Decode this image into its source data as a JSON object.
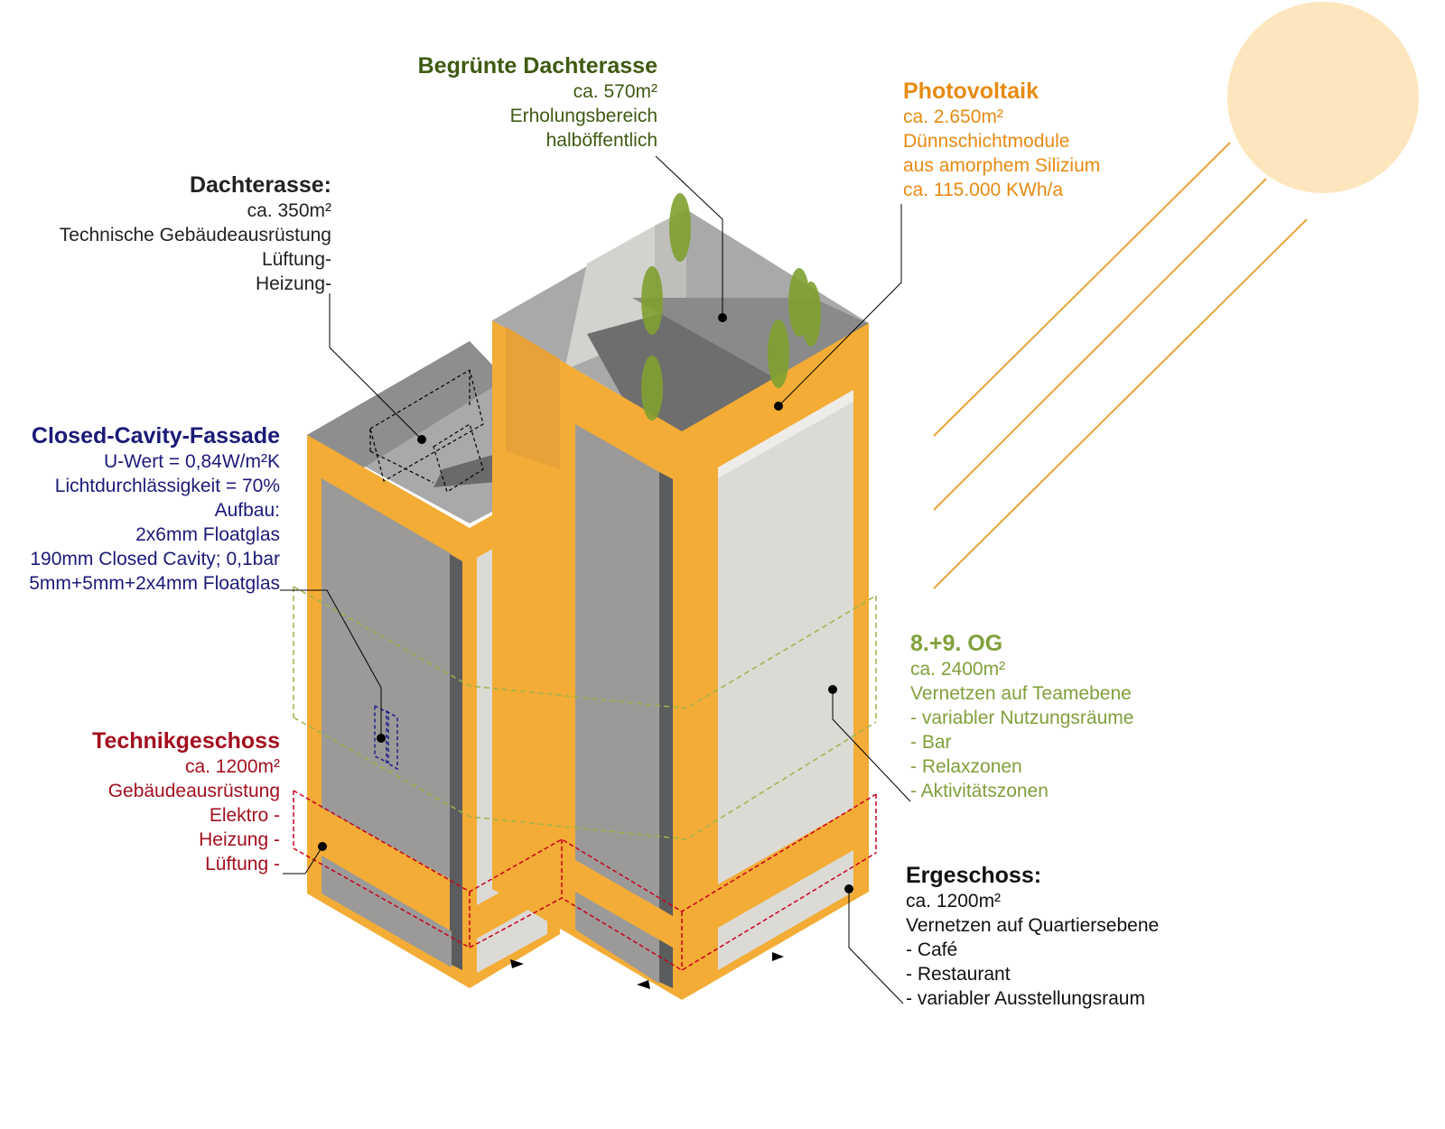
{
  "colors": {
    "frame": "#F3AC35",
    "facade": "#DCDAD5",
    "wall_grey": "#9B9A98",
    "dark_grey": "#5B5C5E",
    "roof": "#A9A9A9",
    "tree": "#7FA030",
    "sun": "#FDE6BE",
    "rays": "#E8A43A",
    "leader": "#000000",
    "green_dash": "#9BB54A",
    "red_dash": "#C8001E",
    "blue_dash": "#1E1E8C"
  },
  "labels": {
    "green_roof": {
      "title": "Begrünte Dachterasse",
      "lines": [
        "ca. 570m²",
        "Erholungsbereich",
        "halböffentlich"
      ],
      "color": "#3E5A12"
    },
    "photovoltaik": {
      "title": "Photovoltaik",
      "lines": [
        "ca. 2.650m²",
        "Dünnschichtmodule",
        "aus amorphem Silizium",
        "ca. 115.000 KWh/a"
      ],
      "color": "#E88A12"
    },
    "dachterasse": {
      "title": "Dachterasse:",
      "lines": [
        "ca. 350m²",
        "Technische Gebäudeausrüstung",
        "Lüftung-",
        "Heizung-"
      ],
      "color": "#222222"
    },
    "ccf": {
      "title": "Closed-Cavity-Fassade",
      "lines": [
        "U-Wert = 0,84W/m²K",
        "Lichtdurchlässigkeit = 70%",
        "Aufbau:",
        "2x6mm Floatglas",
        "190mm Closed Cavity; 0,1bar",
        "5mm+5mm+2x4mm Floatglas"
      ],
      "color": "#1A1A78"
    },
    "og": {
      "title": "8.+9. OG",
      "lines": [
        "ca. 2400m²",
        "Vernetzen auf Teamebene",
        "- variabler Nutzungsräume",
        "- Bar",
        "- Relaxzonen",
        "- Aktivitätszonen"
      ],
      "color": "#7FA03A"
    },
    "technik": {
      "title": "Technikgeschoss",
      "lines": [
        "ca. 1200m²",
        "Gebäudeausrüstung",
        "Elektro -",
        "Heizung -",
        "Lüftung -"
      ],
      "color": "#A30F1E"
    },
    "eg": {
      "title": "Ergeschoss:",
      "lines": [
        "ca. 1200m²",
        "Vernetzen auf Quartiersebene",
        "- Café",
        "- Restaurant",
        "- variabler Ausstellungsraum"
      ],
      "color": "#111111"
    }
  }
}
